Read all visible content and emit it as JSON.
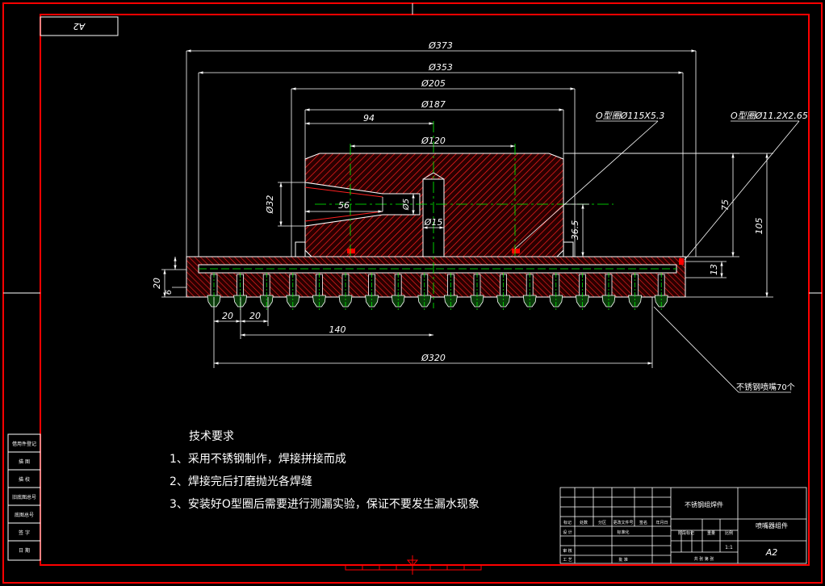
{
  "sheet": {
    "top_tag": "A2",
    "colors": {
      "frame": "#ff0000",
      "hatch": "#ff0000",
      "center": "#00ff00",
      "dim": "#ffffff",
      "bg": "#000000"
    }
  },
  "dimensions": {
    "d373": "Ø373",
    "d353": "Ø353",
    "d205": "Ø205",
    "d187": "Ø187",
    "l94": "94",
    "d120": "Ø120",
    "d32": "Ø32",
    "l56": "56",
    "d5": "Ø5",
    "d15": "Ø15",
    "h36_5": "36.5",
    "h75": "75",
    "h105": "105",
    "h13": "13",
    "h20": "20",
    "h6": "6",
    "p20a": "20",
    "p20b": "20",
    "l140": "140",
    "d320": "Ø320"
  },
  "callouts": {
    "oring_large": "O型圈Ø115X5.3",
    "oring_small": "O型圈Ø11.2X2.65",
    "nozzles": "不锈钢喷嘴70个"
  },
  "tech_notes": {
    "heading": "技术要求",
    "items": [
      "1、采用不锈钢制作，焊接拼接而成",
      "2、焊接完后打磨抛光各焊缝",
      "3、安装好O型圈后需要进行测漏实验，保证不要发生漏水现象"
    ]
  },
  "side_table": [
    "借用件登记",
    "描 图",
    "描 校",
    "旧底图总号",
    "底图总号",
    "签 字",
    "日 期"
  ],
  "title_block": {
    "part_name": "不锈钢组焊件",
    "assembly_name": "喷嘴器组件",
    "sheet_size": "A2",
    "scale": "1:1",
    "header_cells": [
      "标记",
      "处数",
      "分区",
      "更改文件号",
      "签名",
      "年月日"
    ],
    "label_design": "设 计",
    "label_std": "标准化",
    "label_review": "审 核",
    "label_process": "工 艺",
    "label_approve": "批 准",
    "stage_mark": "阶段标记",
    "weight": "重量",
    "ratio": "比例",
    "sheets_row": "共 张 第 张"
  }
}
